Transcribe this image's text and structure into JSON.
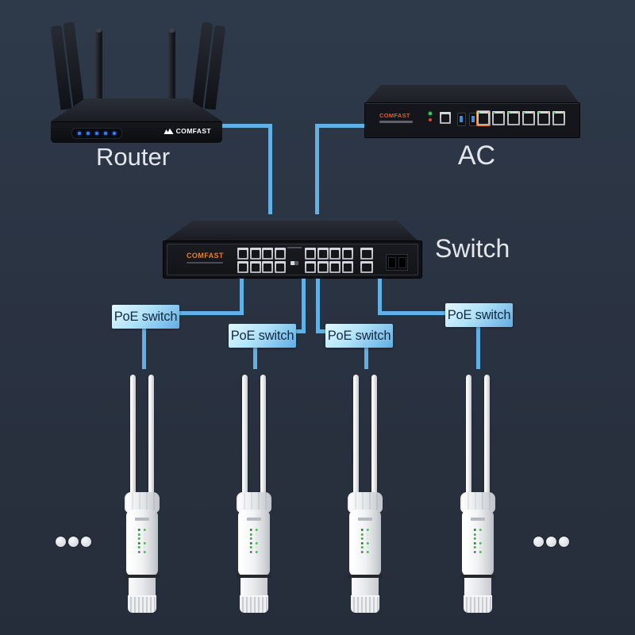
{
  "diagram": {
    "router": {
      "label": "Router",
      "brand": "COMFAST",
      "led_count": 5,
      "antenna_count": 6
    },
    "ac": {
      "label": "AC",
      "brand": "COMFAST",
      "ethernet_ports": 6,
      "usb_ports": 2,
      "status_led_count": 2
    },
    "switch": {
      "label": "Switch",
      "brand": "COMFAST",
      "lan_ports": 16,
      "uplink_ports": 2,
      "sfp_slots": 2
    },
    "poe_switches": [
      {
        "label": "PoE switch"
      },
      {
        "label": "PoE switch"
      },
      {
        "label": "PoE switch"
      },
      {
        "label": "PoE switch"
      }
    ],
    "access_points": [
      {
        "antenna_count": 2
      },
      {
        "antenna_count": 2
      },
      {
        "antenna_count": 2
      },
      {
        "antenna_count": 2
      }
    ]
  },
  "colors": {
    "background_top": "#2e3a4a",
    "background_bottom": "#262d3a",
    "cable": "#61b1e7",
    "poe_label_text": "#132a40",
    "poe_gradient_start": "#e2f8fe",
    "poe_gradient_end": "#62ace2",
    "switch_brand_orange": "#ef7b2b",
    "ac_brand_red": "#e8572a",
    "device_label_text": "#e3e7ec"
  }
}
